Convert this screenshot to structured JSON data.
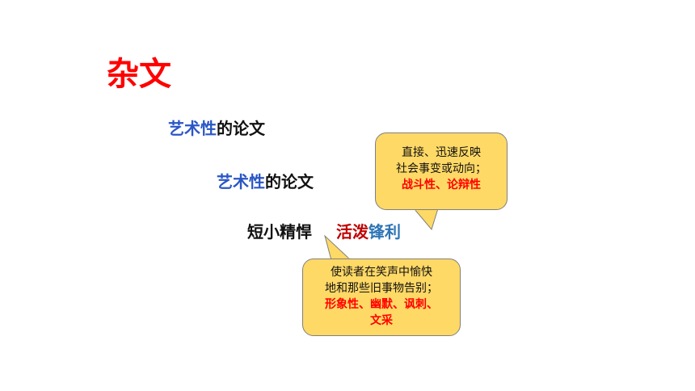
{
  "title": "杂文",
  "line1": {
    "highlight": "艺术性",
    "rest": "的论文"
  },
  "line2": {
    "highlight": "艺术性",
    "rest": "的论文"
  },
  "line3": {
    "part1": "短小精悍",
    "part2": "活泼",
    "part3": "锋利"
  },
  "callout1": {
    "line1": "直接、迅速反映",
    "line2": "社会事变或动向；",
    "line3": "战斗性、论辩性"
  },
  "callout2": {
    "line1": "使读者在笑声中愉快",
    "line2": "地和那些旧事物告别；",
    "line3": "形象性、幽默、讽刺、",
    "line4": "文采"
  },
  "colors": {
    "title": "#ff0000",
    "highlight_blue": "#2a56c6",
    "dark_red": "#c00000",
    "steel_blue": "#2e75b6",
    "callout_fill": "#ffd966",
    "callout_emphasis": "#ff0000"
  }
}
